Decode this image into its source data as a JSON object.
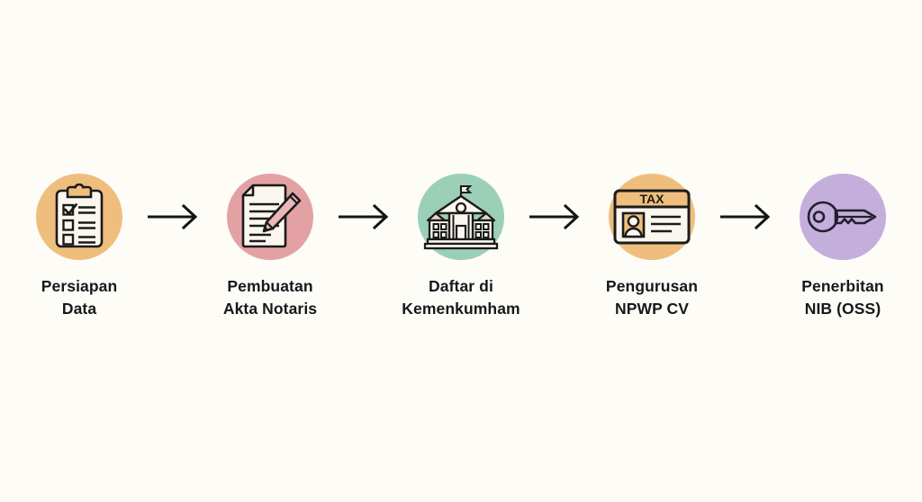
{
  "page": {
    "background_color": "#fdfcf7",
    "text_color": "#16181c",
    "arrow_color": "#141414",
    "type": "process-flow-diagram"
  },
  "flow": {
    "steps": [
      {
        "label": "Persiapan\nData",
        "icon": "clipboard-checklist-icon",
        "circle_color": "#efbe7d",
        "accent_color": "#e8a953",
        "paper_color": "#fbf7ef",
        "line_color": "#1b1b1b"
      },
      {
        "label": "Pembuatan\nAkta Notaris",
        "icon": "document-pen-signature-icon",
        "circle_color": "#e4a1a4",
        "accent_color": "#d98f95",
        "paper_color": "#fbf7ef",
        "line_color": "#1b1b1b"
      },
      {
        "label": "Daftar di\nKemenkumham",
        "icon": "government-building-icon",
        "circle_color": "#9ccfb8",
        "accent_color": "#e6d8bf",
        "paper_color": "#fbf7ef",
        "line_color": "#1b1b1b"
      },
      {
        "label": "Pengurusan\nNPWP CV",
        "icon": "tax-id-card-icon",
        "circle_color": "#efbe7d",
        "accent_color": "#e8a953",
        "paper_color": "#fbf7ef",
        "line_color": "#1b1b1b",
        "card_title": "TAX"
      },
      {
        "label": "Penerbitan\nNIB (OSS)",
        "icon": "key-icon",
        "circle_color": "#c3aedc",
        "accent_color": "#b49dd2",
        "paper_color": "#fbf7ef",
        "line_color": "#231f2e"
      }
    ],
    "arrows": [
      {
        "name": "arrow-1",
        "glyph": "right-arrow-icon"
      },
      {
        "name": "arrow-2",
        "glyph": "right-arrow-icon"
      },
      {
        "name": "arrow-3",
        "glyph": "right-arrow-icon"
      },
      {
        "name": "arrow-4",
        "glyph": "right-arrow-icon"
      }
    ]
  }
}
